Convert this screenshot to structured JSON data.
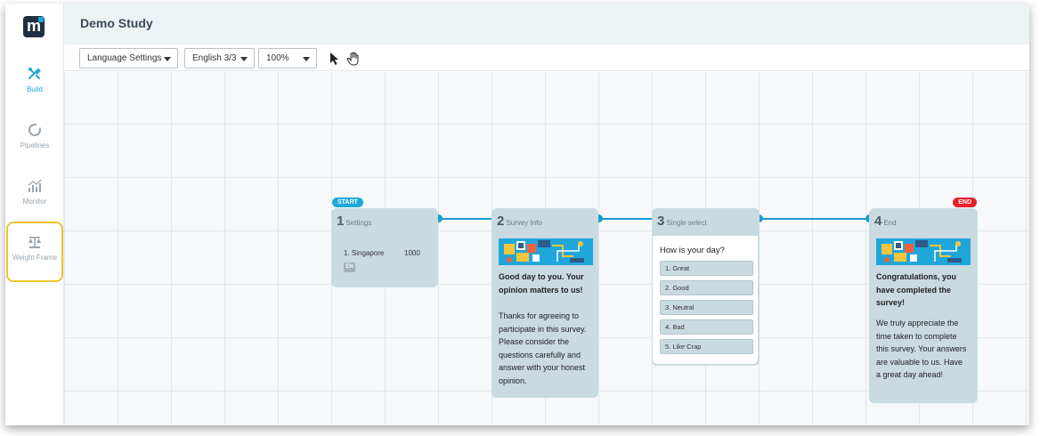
{
  "sidebar": {
    "items": [
      {
        "label": "Build",
        "icon": "build-icon",
        "active": true
      },
      {
        "label": "Pipelines",
        "icon": "pipelines-icon",
        "active": false
      },
      {
        "label": "Monitor",
        "icon": "monitor-icon",
        "active": false
      },
      {
        "label": "Weight Frame",
        "icon": "scale-icon",
        "active": false,
        "highlighted": true
      }
    ]
  },
  "header": {
    "title": "Demo Study"
  },
  "toolbar": {
    "language_settings": "Language Settings",
    "language": "English 3/3",
    "zoom": "100%"
  },
  "flow": {
    "start_tag": "START",
    "end_tag": "END",
    "nodes": [
      {
        "num": "1",
        "type": "Settings",
        "location": "1. Singapore",
        "quota": "1000",
        "lang_badge": "EN"
      },
      {
        "num": "2",
        "type": "Survey Info",
        "heading": "Good day to you. Your opinion matters to us!",
        "body": "Thanks for agreeing to participate in this survey. Please consider the questions carefully and answer with your honest opinion."
      },
      {
        "num": "3",
        "type": "Single select",
        "question": "How is your day?",
        "options": [
          "1. Great",
          "2. Good",
          "3. Neutral",
          "4. Bad",
          "5. Like Crap"
        ]
      },
      {
        "num": "4",
        "type": "End",
        "heading": "Congratulations, you have completed the survey!",
        "body": "We truly appreciate the time taken to complete this survey. Your answers are valuable to us. Have a great day ahead!"
      }
    ]
  },
  "colors": {
    "accent": "#1a9ed3",
    "node": "#c9dbe1",
    "start": "#1ea8d8",
    "end": "#e8212c",
    "highlight": "#f2c12e"
  }
}
